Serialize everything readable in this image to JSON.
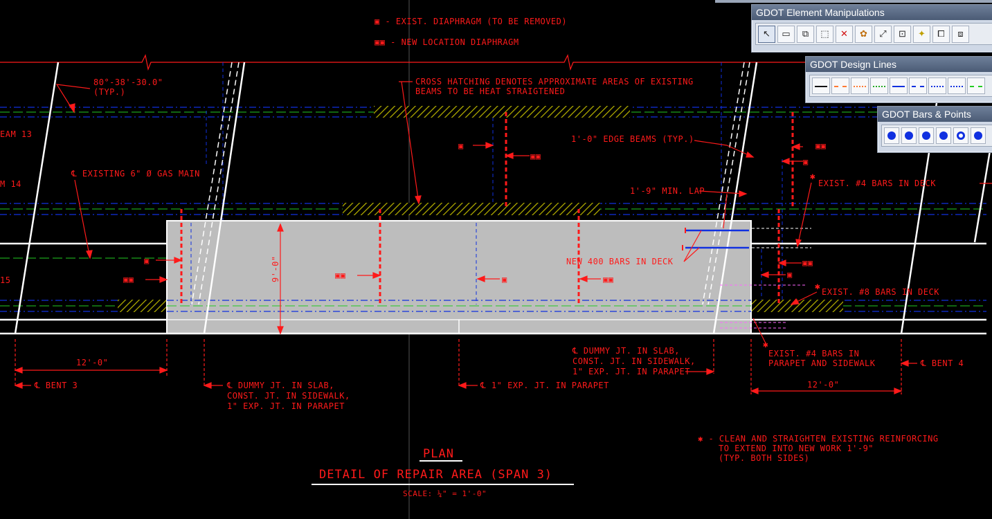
{
  "notes": {
    "diaphragm_removed": "▣ - EXIST. DIAPHRAGM (TO BE REMOVED)",
    "diaphragm_new": "▣▣ - NEW LOCATION DIAPHRAGM",
    "cross_hatch_1": "CROSS HATCHING DENOTES APPROXIMATE AREAS OF EXISTING",
    "cross_hatch_2": "BEAMS TO BE HEAT STRAIGTENED",
    "skew_angle": "80°-38'-30.0\"",
    "skew_typ": "(TYP.)",
    "beam_13": "EAM 13",
    "beam_14": "M 14",
    "beam_15": "15",
    "gas_main": "℄ EXISTING 6\" Ø GAS MAIN",
    "edge_beams": "1'-0\" EDGE BEAMS (TYP.)",
    "min_lap": "1'-9\" MIN. LAP",
    "exist_4_bars_deck": "EXIST. #4 BARS IN DECK",
    "new_400_bars": "NEW 400 BARS IN DECK",
    "exist_8_bars_deck": "EXIST. #8 BARS IN DECK",
    "dim_9ft": "9'-0\"",
    "dim_12ft_left": "12'-0\"",
    "dim_12ft_right": "12'-0\"",
    "bent_3": "℄ BENT 3",
    "bent_4": "℄ BENT 4",
    "dummy_jt_left_1": "℄ DUMMY JT. IN SLAB,",
    "dummy_jt_left_2": "CONST. JT. IN SIDEWALK,",
    "dummy_jt_left_3": "1\" EXP. JT. IN PARAPET",
    "exp_jt_parapet": "℄ 1\" EXP. JT. IN PARAPET",
    "dummy_jt_right_1": "℄ DUMMY JT. IN SLAB,",
    "dummy_jt_right_2": "CONST. JT. IN SIDEWALK,",
    "dummy_jt_right_3": "1\" EXP. JT. IN PARAPET",
    "exist_4_parapet_1": "EXIST. #4 BARS IN",
    "exist_4_parapet_2": "PARAPET AND SIDEWALK",
    "clean_1": "✱ - CLEAN AND STRAIGHTEN EXISTING REINFORCING",
    "clean_2": "TO EXTEND INTO NEW WORK 1'-9\"",
    "clean_3": "(TYP. BOTH SIDES)",
    "plan": "PLAN",
    "detail_title": "DETAIL OF REPAIR AREA (SPAN 3)",
    "scale": "SCALE: ¼\" = 1'-0\"",
    "sym_single": "▣",
    "sym_double": "▣▣",
    "sym_star": "✱"
  },
  "palettes": {
    "element": {
      "title": "GDOT Element Manipulations",
      "tools": [
        "select-arrow",
        "place-beam",
        "copy-element",
        "move-element",
        "delete-element",
        "change-attributes",
        "scale-element",
        "delete-partial",
        "highlight-element",
        "copy-parallel",
        "mirror-element"
      ]
    },
    "lines": {
      "title": "GDOT Design Lines",
      "styles": [
        {
          "color": "#111111",
          "style": "solid"
        },
        {
          "color": "#ff7a33",
          "style": "dashed"
        },
        {
          "color": "#ff7a33",
          "style": "dotted"
        },
        {
          "color": "#22aa22",
          "style": "dotted"
        },
        {
          "color": "#1030e0",
          "style": "solid"
        },
        {
          "color": "#1030e0",
          "style": "dashed"
        },
        {
          "color": "#1030e0",
          "style": "dotted"
        },
        {
          "color": "#1030e0",
          "style": "dotted"
        },
        {
          "color": "#22cc22",
          "style": "dashed"
        }
      ]
    },
    "bars": {
      "title": "GDOT Bars & Points",
      "points": [
        "bar-dot",
        "bar-dot-tick",
        "bar-dot-diagonal",
        "bar-dot-horizontal",
        "point-ring",
        "bar-dot"
      ]
    }
  },
  "colors": {
    "background": "#000000",
    "annotation": "#ff1a1a",
    "repair_area": "#bdbdbd",
    "beam_line": "#1030e0",
    "centerline": "#22cc22",
    "hatch": "#b5b000"
  }
}
